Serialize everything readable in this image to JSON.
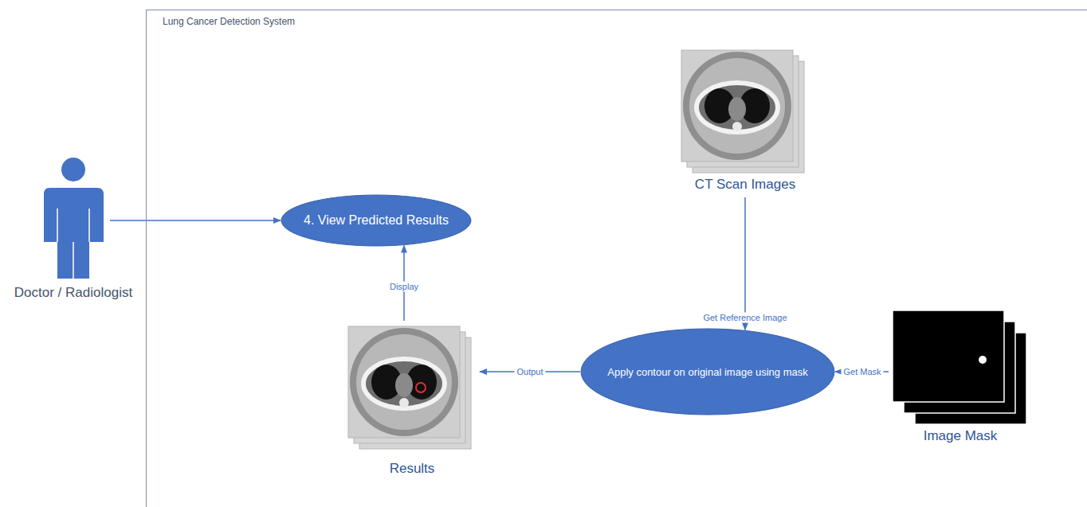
{
  "diagram": {
    "nodes": [
      {
        "text": [
          "Lung Cancer Detection System"
        ]
      },
      {
        "text": [
          "Doctor / Radiologist"
        ]
      },
      {
        "text": [
          "4. View Predicted Results"
        ],
        "in": 0
      },
      {
        "text": [
          "CT Scan Images"
        ],
        "in": 0
      },
      {
        "text": [
          "Apply contour on original image using mask"
        ],
        "in": 0
      },
      {
        "text": [
          "Image Mask"
        ],
        "in": 0
      },
      {
        "text": [
          "Results"
        ],
        "in": 0
      }
    ],
    "edges": [
      {
        "from": 1,
        "to": 2,
        "arrow": "to"
      },
      {
        "from": 6,
        "to": 2,
        "label": "Display",
        "arrow": "to"
      },
      {
        "from": 3,
        "to": 4,
        "label": "Get Reference Image",
        "arrow": "to"
      },
      {
        "from": 5,
        "to": 4,
        "label": "Get Mask",
        "arrow": "to"
      },
      {
        "from": 4,
        "to": 6,
        "label": "Output",
        "arrow": "to"
      }
    ]
  }
}
